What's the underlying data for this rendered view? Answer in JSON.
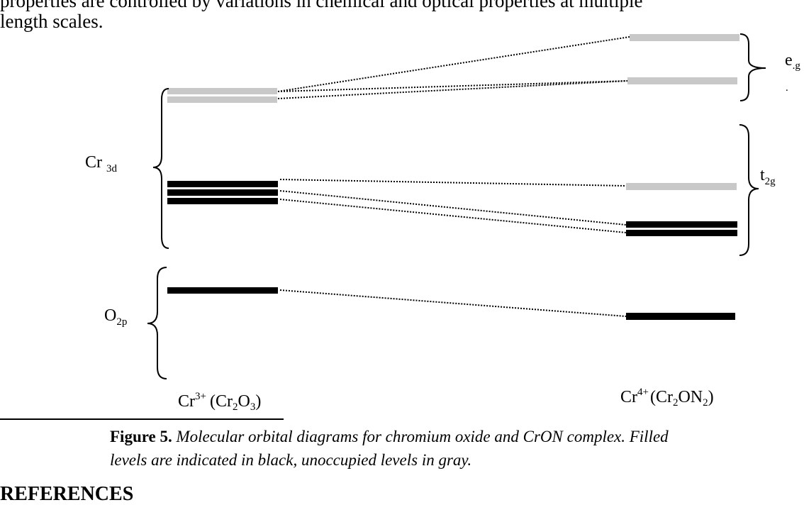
{
  "paragraph": {
    "line1": "properties are controlled by variations in chemical and optical properties at multiple",
    "line2": "length scales."
  },
  "diagram": {
    "left_groups": {
      "cr3d": {
        "main": "Cr",
        "sub": "3d"
      },
      "o2p": {
        "main": "O",
        "sub": "2p"
      }
    },
    "right_groups": {
      "eg": {
        "main": "e",
        "sub": ".g",
        "extra": "."
      },
      "t2g": {
        "main": "t",
        "sub": "2g"
      }
    },
    "left_species": {
      "main": "Cr",
      "charge": "3+",
      "formula_open": "(Cr",
      "sub1": "2",
      "mid": "O",
      "sub2": "3",
      "close": ")"
    },
    "right_species": {
      "main": "Cr",
      "charge": "4+",
      "formula_open": "(Cr",
      "sub1": "2",
      "mid": "ON",
      "sub2": "2",
      "close": ")"
    },
    "colors": {
      "filled": "#000000",
      "unoccupied": "#c8c8c8"
    }
  },
  "caption": {
    "label": "Figure 5.",
    "text1": "Molecular orbital diagrams for chromium oxide and CrON complex.  Filled",
    "text2": "levels are indicated in black, unoccupied levels in gray."
  },
  "next_heading": "REFERENCES"
}
